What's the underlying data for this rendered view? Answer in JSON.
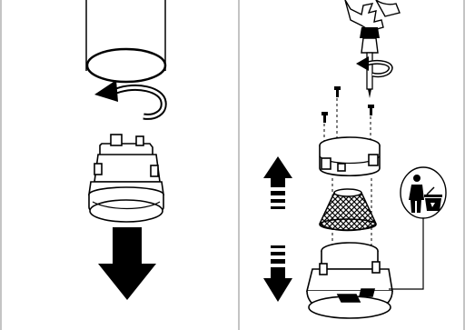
{
  "diagram": {
    "panels": [
      {
        "id": "left",
        "steps": [
          "pipe-detach",
          "rotate-counterclockwise",
          "lamp-module",
          "pull-down"
        ]
      },
      {
        "id": "right",
        "steps": [
          "unscrew-screws",
          "remove-retaining-ring",
          "remove-reflector",
          "housing",
          "dispose-recycling"
        ]
      }
    ],
    "icons": {
      "rotate_arrow": "rotate-ccw-arrow-icon",
      "screwdriver": "screwdriver-icon",
      "down_arrow": "down-arrow-icon",
      "up_arrow": "up-arrow-icon",
      "recycle_bin": "recycle-bin-icon"
    },
    "colors": {
      "line": "#000000",
      "background": "#ffffff",
      "frame": "#888888"
    }
  }
}
